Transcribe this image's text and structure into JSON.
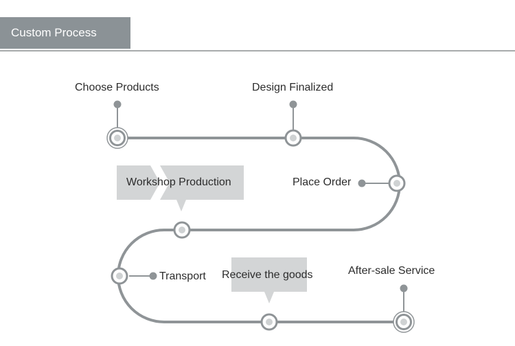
{
  "header": {
    "title": "Custom Process"
  },
  "steps": {
    "choose_products": "Choose Products",
    "design_finalized": "Design Finalized",
    "place_order": "Place Order",
    "workshop_production": "Workshop Production",
    "transport": "Transport",
    "receive_goods": "Receive the goods",
    "after_sale": "After-sale Service"
  },
  "colors": {
    "header_bg": "#8b9296",
    "path": "#8f9497",
    "callout_bg": "#d3d5d6",
    "text": "#2c2c2c"
  }
}
